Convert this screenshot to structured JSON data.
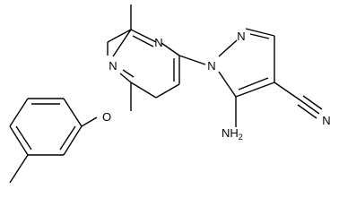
{
  "molecule": {
    "atoms": {
      "n_pyrimidine_top": "N",
      "n_pyrimidine_left": "N",
      "o_ether": "O",
      "n_pyrazole_top": "N",
      "n_pyrazole_left": "N",
      "n_amino": "NH",
      "h_amino_sub": "2",
      "n_nitrile": "N"
    },
    "colors": {
      "bond": "#000000",
      "label": "#000000",
      "background": "#ffffff"
    }
  }
}
